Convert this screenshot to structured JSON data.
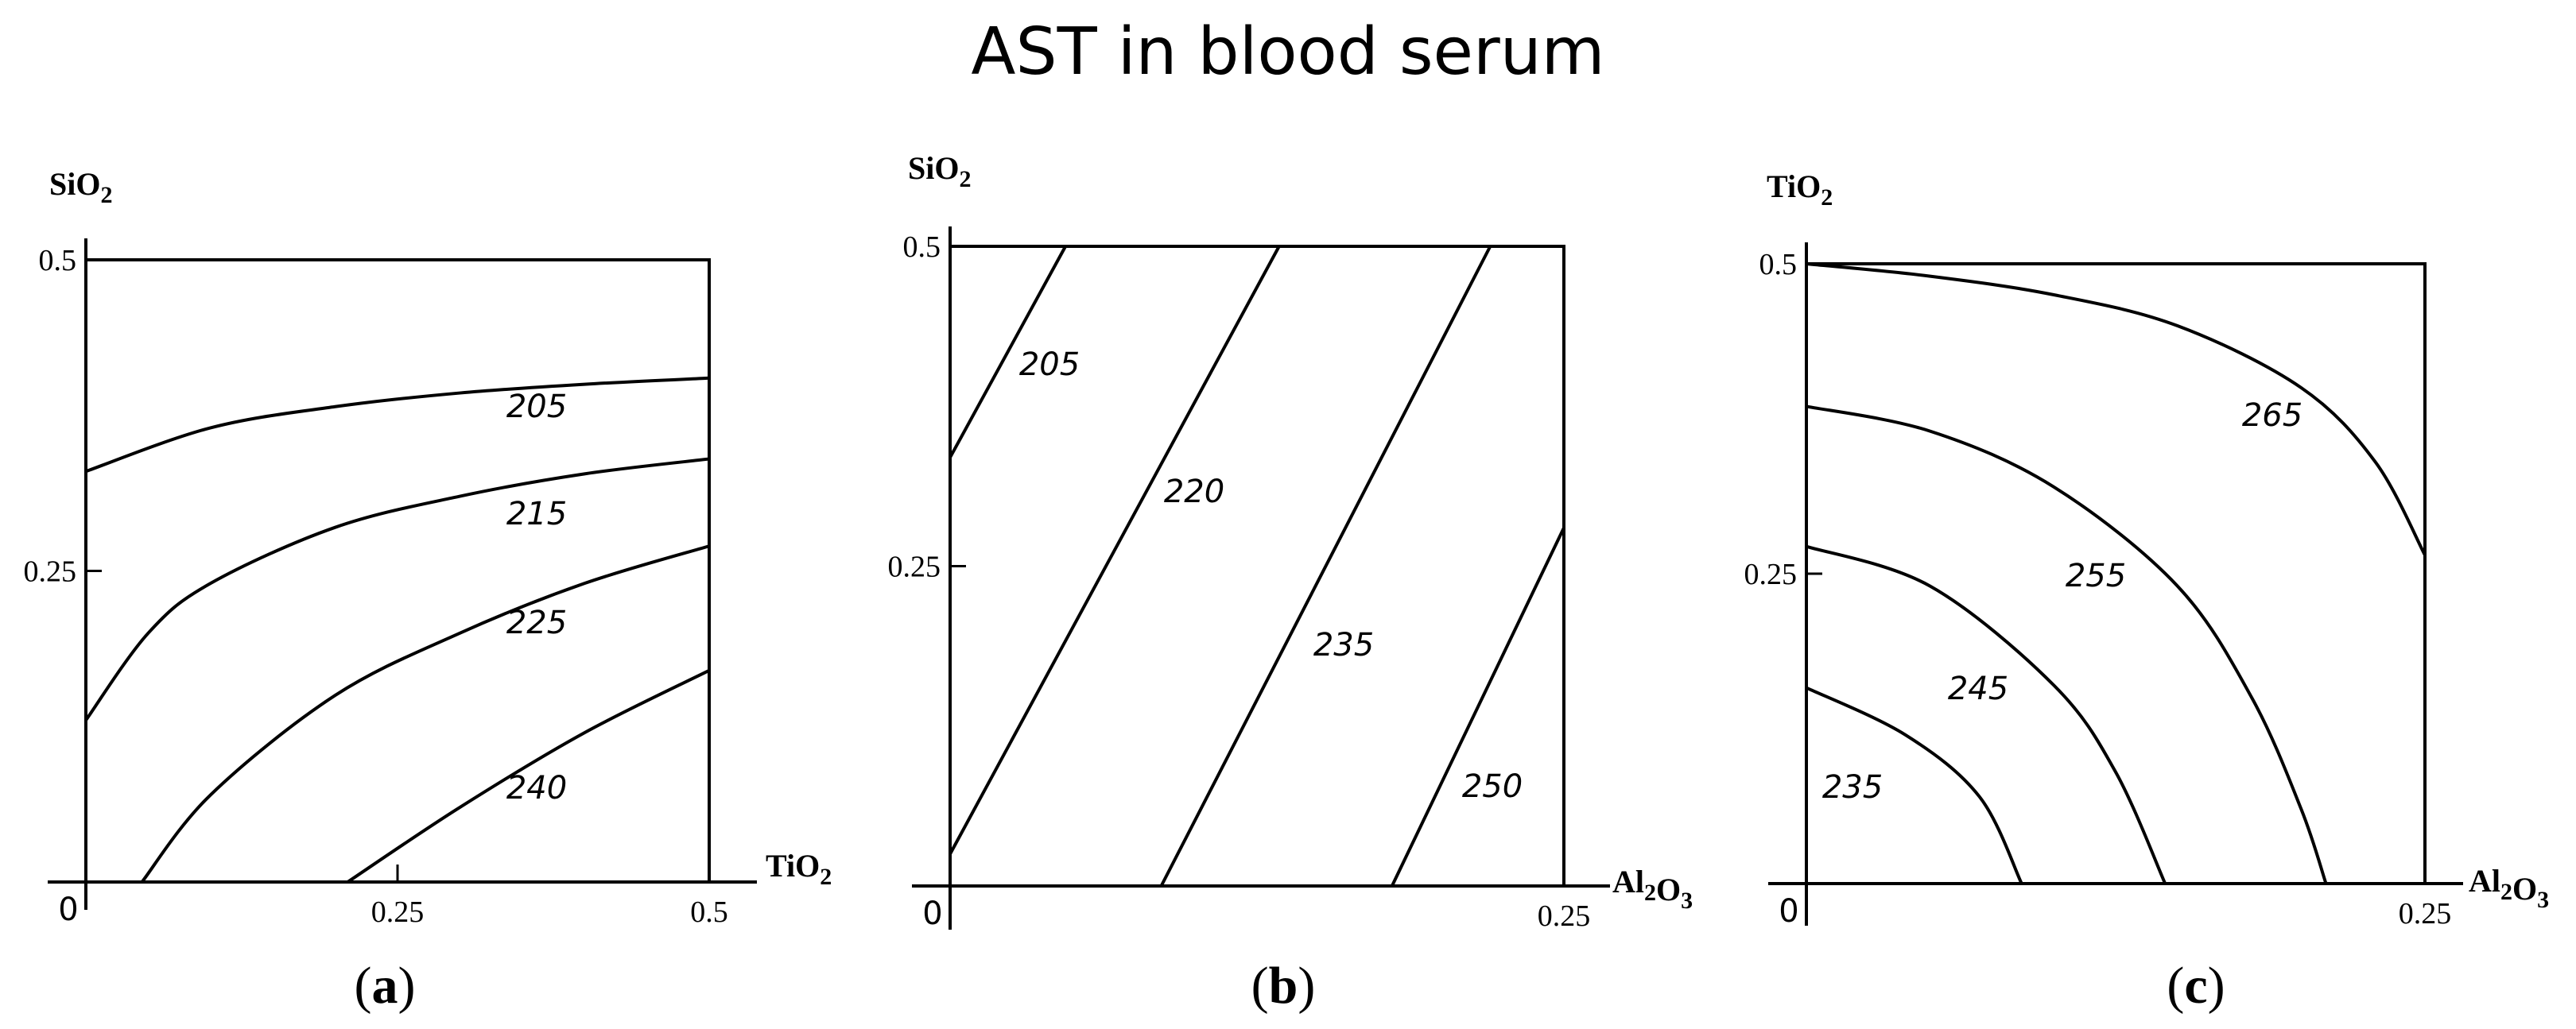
{
  "title": "AST in blood serum",
  "chart_data": [
    {
      "type": "contour",
      "panel_label": "(a)",
      "xlabel": "TiO2",
      "ylabel": "SiO2",
      "xlim": [
        0,
        0.5
      ],
      "ylim": [
        0,
        0.5
      ],
      "x_ticks": [
        0.25,
        0.5
      ],
      "y_ticks": [
        0.25,
        0.5
      ],
      "origin_label": "0",
      "contours": [
        {
          "level": "205",
          "points": [
            [
              0,
              0.33
            ],
            [
              0.1,
              0.365
            ],
            [
              0.2,
              0.382
            ],
            [
              0.3,
              0.393
            ],
            [
              0.4,
              0.4
            ],
            [
              0.5,
              0.405
            ]
          ]
        },
        {
          "level": "215",
          "points": [
            [
              0,
              0.13
            ],
            [
              0.05,
              0.2
            ],
            [
              0.1,
              0.24
            ],
            [
              0.2,
              0.285
            ],
            [
              0.3,
              0.31
            ],
            [
              0.4,
              0.328
            ],
            [
              0.5,
              0.34
            ]
          ]
        },
        {
          "level": "225",
          "points": [
            [
              0.045,
              0
            ],
            [
              0.1,
              0.07
            ],
            [
              0.2,
              0.15
            ],
            [
              0.3,
              0.2
            ],
            [
              0.4,
              0.24
            ],
            [
              0.5,
              0.27
            ]
          ]
        },
        {
          "level": "240",
          "points": [
            [
              0.21,
              0
            ],
            [
              0.3,
              0.06
            ],
            [
              0.4,
              0.12
            ],
            [
              0.5,
              0.17
            ]
          ]
        }
      ]
    },
    {
      "type": "contour",
      "panel_label": "(b)",
      "xlabel": "Al2O3",
      "ylabel": "SiO2",
      "xlim": [
        0,
        0.25
      ],
      "ylim": [
        0,
        0.5
      ],
      "x_ticks": [
        0.25
      ],
      "y_ticks": [
        0.25,
        0.5
      ],
      "origin_label": "0",
      "contours": [
        {
          "level": "205",
          "points": [
            [
              0,
              0.335
            ],
            [
              0.047,
              0.5
            ]
          ]
        },
        {
          "level": "220",
          "points": [
            [
              0,
              0.025
            ],
            [
              0.134,
              0.5
            ]
          ]
        },
        {
          "level": "235",
          "points": [
            [
              0.086,
              0
            ],
            [
              0.22,
              0.5
            ]
          ]
        },
        {
          "level": "250",
          "points": [
            [
              0.18,
              0
            ],
            [
              0.25,
              0.28
            ]
          ]
        }
      ]
    },
    {
      "type": "contour",
      "panel_label": "(c)",
      "xlabel": "Al2O3",
      "ylabel": "TiO2",
      "xlim": [
        0,
        0.25
      ],
      "ylim": [
        0,
        0.5
      ],
      "x_ticks": [
        0.25
      ],
      "y_ticks": [
        0.25,
        0.5
      ],
      "origin_label": "0",
      "contours": [
        {
          "level": "265",
          "points": [
            [
              0,
              0.5
            ],
            [
              0.05,
              0.49
            ],
            [
              0.1,
              0.475
            ],
            [
              0.15,
              0.45
            ],
            [
              0.2,
              0.4
            ],
            [
              0.23,
              0.34
            ],
            [
              0.25,
              0.265
            ]
          ]
        },
        {
          "level": "255",
          "points": [
            [
              0,
              0.385
            ],
            [
              0.05,
              0.365
            ],
            [
              0.1,
              0.32
            ],
            [
              0.15,
              0.24
            ],
            [
              0.18,
              0.15
            ],
            [
              0.2,
              0.06
            ],
            [
              0.21,
              0
            ]
          ]
        },
        {
          "level": "245",
          "points": [
            [
              0,
              0.272
            ],
            [
              0.05,
              0.24
            ],
            [
              0.1,
              0.16
            ],
            [
              0.125,
              0.09
            ],
            [
              0.145,
              0
            ]
          ]
        },
        {
          "level": "235",
          "points": [
            [
              0,
              0.158
            ],
            [
              0.04,
              0.12
            ],
            [
              0.07,
              0.07
            ],
            [
              0.087,
              0
            ]
          ]
        }
      ]
    }
  ]
}
